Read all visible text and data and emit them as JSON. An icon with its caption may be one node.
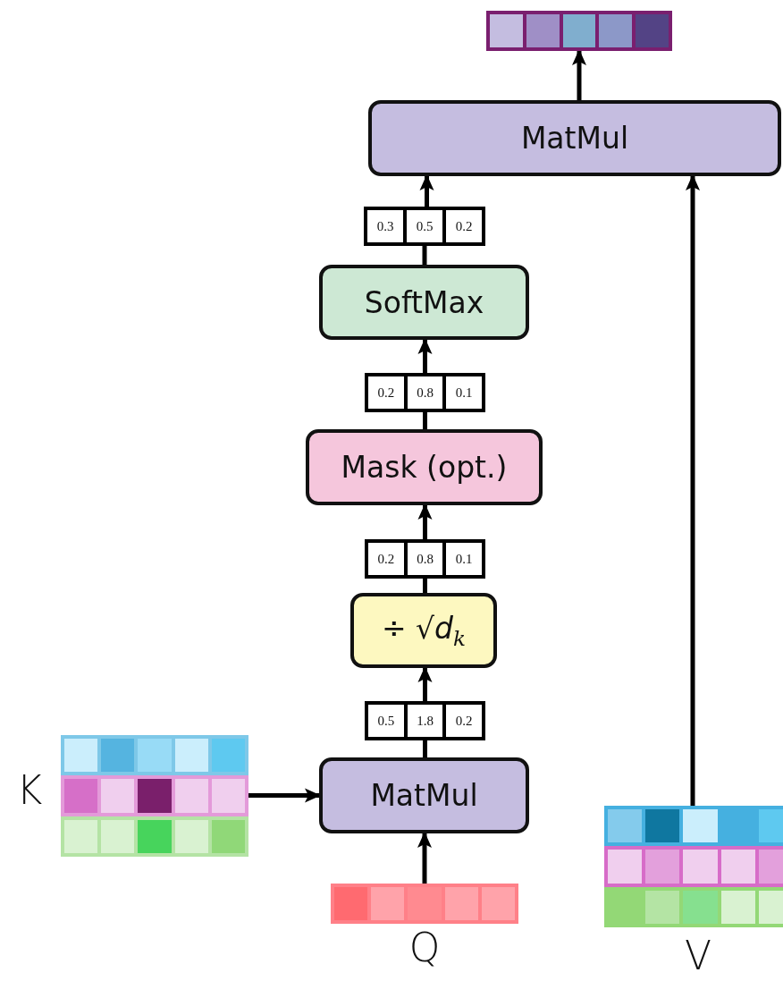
{
  "diagram": {
    "nodes": [
      {
        "text": [],
        "shape": "bar"
      },
      {
        "text": [
          "MatMul"
        ]
      },
      {
        "text": [
          "0.3",
          "0.5",
          "0.2"
        ]
      },
      {
        "text": [
          "SoftMax"
        ]
      },
      {
        "text": [
          "0.2",
          "0.8",
          "0.1"
        ]
      },
      {
        "text": [
          "Mask (opt.)"
        ]
      },
      {
        "text": [
          "0.2",
          "0.8",
          "0.1"
        ]
      },
      {
        "text": [
          "÷ √*d*$_{k}$"
        ]
      },
      {
        "text": [
          "0.5",
          "1.8",
          "0.2"
        ]
      },
      {
        "text": [],
        "shape": "box",
        "beside": [
          "K"
        ]
      },
      {
        "text": [
          "MatMul"
        ]
      },
      {
        "text": [],
        "shape": "box",
        "beside": [
          "V"
        ]
      },
      {
        "text": [],
        "shape": "bar",
        "beside": [
          "Q"
        ]
      }
    ],
    "edges": [
      {
        "from": 1,
        "to": 0,
        "arrow": "to"
      },
      {
        "from": 2,
        "to": 1,
        "arrow": "to"
      },
      {
        "from": 3,
        "to": 2,
        "arrow": "none"
      },
      {
        "from": 4,
        "to": 3,
        "arrow": "to"
      },
      {
        "from": 5,
        "to": 4,
        "arrow": "none"
      },
      {
        "from": 6,
        "to": 5,
        "arrow": "to"
      },
      {
        "from": 7,
        "to": 6,
        "arrow": "none"
      },
      {
        "from": 8,
        "to": 7,
        "arrow": "to"
      },
      {
        "from": 10,
        "to": 8,
        "arrow": "none"
      },
      {
        "from": 9,
        "to": 10,
        "arrow": "to"
      },
      {
        "from": 12,
        "to": 10,
        "arrow": "to"
      },
      {
        "from": 11,
        "to": 1,
        "arrow": "to"
      }
    ]
  }
}
